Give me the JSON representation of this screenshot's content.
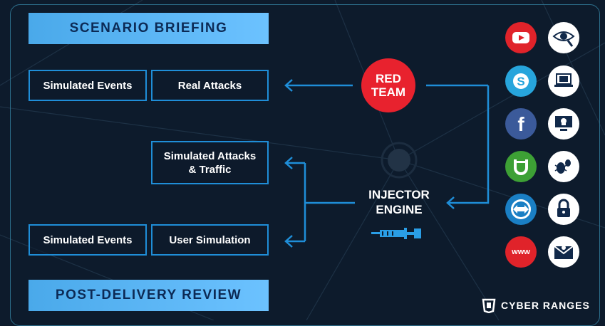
{
  "banners": {
    "top": "SCENARIO BRIEFING",
    "bottom": "POST-DELIVERY REVIEW"
  },
  "boxes": {
    "simulated_events_1": "Simulated Events",
    "real_attacks": "Real Attacks",
    "simulated_attacks_line1": "Simulated Attacks",
    "simulated_attacks_line2": "& Traffic",
    "simulated_events_2": "Simulated Events",
    "user_simulation": "User Simulation"
  },
  "red_team": {
    "line1": "RED",
    "line2": "TEAM"
  },
  "injector": {
    "line1": "INJECTOR",
    "line2": "ENGINE"
  },
  "icons": {
    "left": [
      "youtube-icon",
      "skype-icon",
      "facebook-icon",
      "utorrent-icon",
      "teamviewer-icon",
      "www-icon"
    ],
    "right": [
      "eye-spy-icon",
      "compromised-laptop-icon",
      "skull-monitor-icon",
      "bugs-icon",
      "locked-padlock-icon",
      "malicious-email-icon"
    ],
    "www_label": "www"
  },
  "brand": {
    "name": "CYBER RANGES"
  },
  "colors": {
    "background": "#0d1b2c",
    "accent_blue": "#1f8ed8",
    "banner": "#5bb8f5",
    "red_team": "#e8222e"
  }
}
